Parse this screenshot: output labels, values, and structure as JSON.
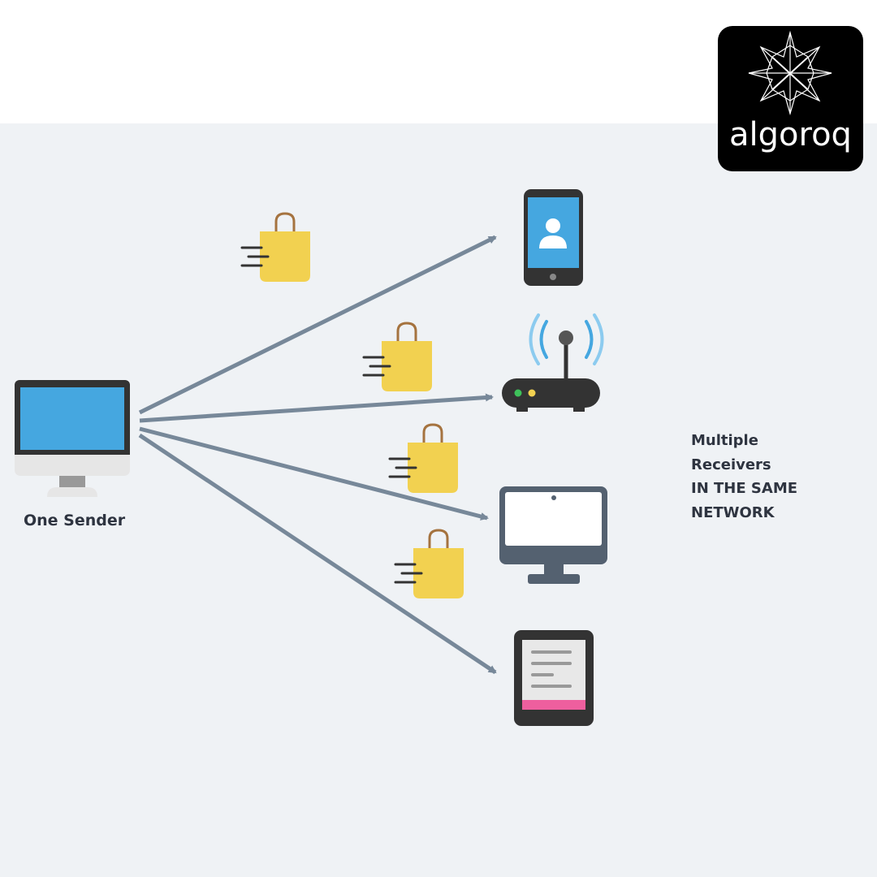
{
  "brand": {
    "logo_text": "algoroq",
    "logo_background": "#000000"
  },
  "diagram": {
    "sender": {
      "label": "One Sender",
      "icon": "desktop-monitor-icon"
    },
    "receivers": {
      "label_lines": [
        "Multiple",
        "Receivers",
        "IN THE SAME",
        "NETWORK"
      ],
      "devices": [
        {
          "icon": "smartphone-icon"
        },
        {
          "icon": "wifi-router-icon"
        },
        {
          "icon": "desktop-monitor-icon"
        },
        {
          "icon": "ebook-reader-icon"
        }
      ]
    },
    "packet_icon": "shopping-bag-icon",
    "colors": {
      "arrow": "#778899",
      "packet": "#f2d150",
      "screen_blue": "#45a7e0",
      "device_dark": "#333333",
      "accent_pink": "#ee5f9e",
      "panel_background": "#eff2f5"
    }
  }
}
